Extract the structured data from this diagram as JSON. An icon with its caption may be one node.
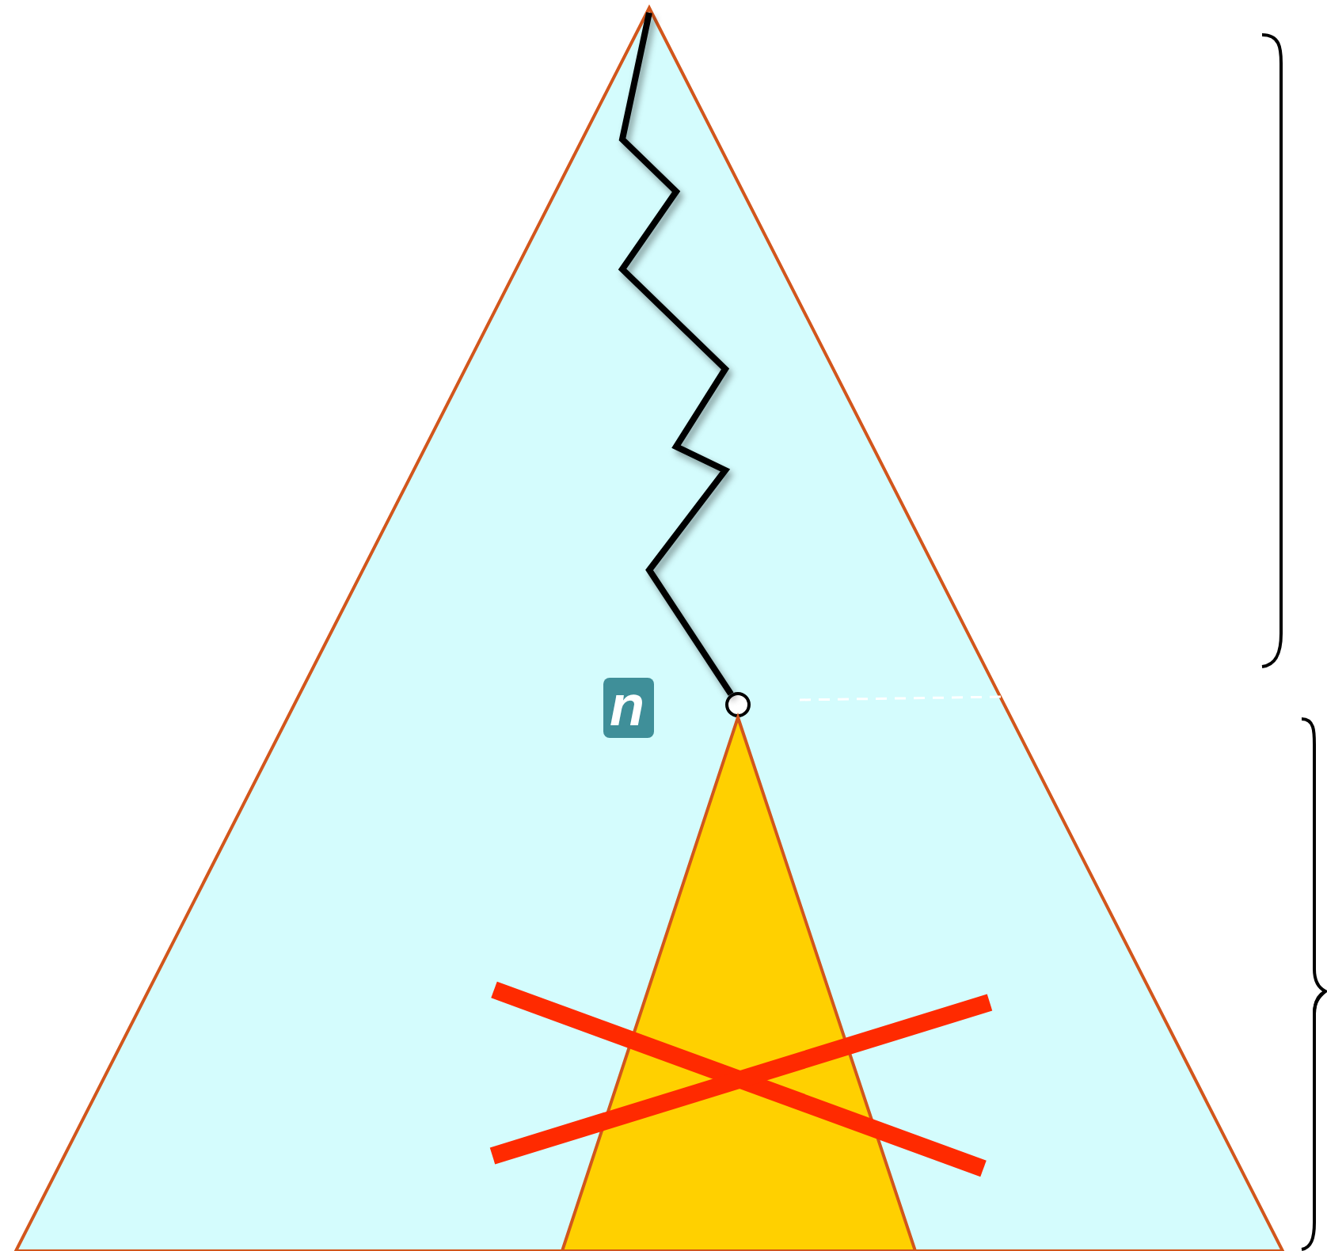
{
  "diagram": {
    "nodes": [
      {
        "text": [],
        "shape": "triangle"
      },
      {
        "text": [],
        "shape": "circle",
        "in": 0
      },
      {
        "text": [],
        "shape": "triangle",
        "in": 0
      }
    ],
    "edges": [
      {
        "from": 0,
        "to": 1,
        "arrow": "none"
      }
    ],
    "labels": [
      "n"
    ]
  }
}
